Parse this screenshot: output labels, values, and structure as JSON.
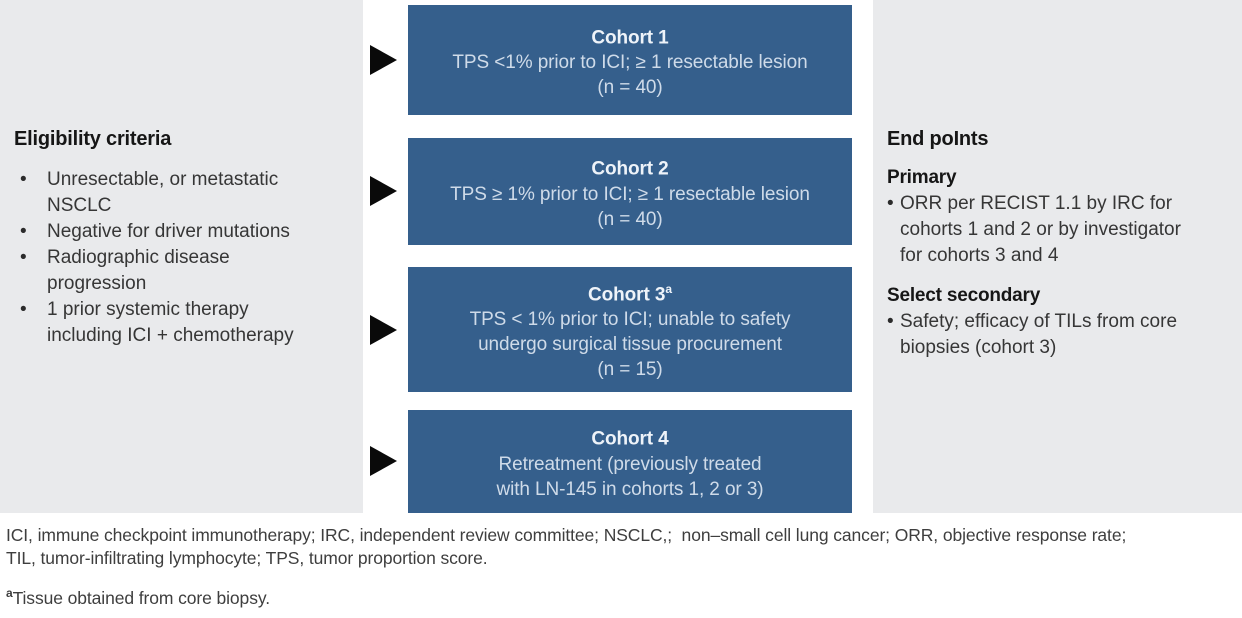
{
  "colors": {
    "panel_background": "#e9eaec",
    "cohort_box_blue": "#355f8c",
    "cohort_box_text": "#cfdbe9",
    "arrow_black": "#0a0a0a",
    "heading_text": "#161616",
    "body_text": "#363636",
    "footnote_text": "#3e3e3e"
  },
  "eligibility": {
    "title": "Eligibility criteria",
    "bullet_glyph": "•",
    "items": [
      "Unresectable, or metastatic\nNSCLC",
      "Negative for driver mutations",
      "Radiographic disease\nprogression",
      "1 prior systemic therapy\nincluding ICI + chemotherapy"
    ]
  },
  "cohorts": [
    {
      "title": "Cohort 1",
      "sup": "",
      "lines": [
        "TPS <1% prior to ICI; ≥ 1 resectable lesion",
        "(n = 40)"
      ]
    },
    {
      "title": "Cohort 2",
      "sup": "",
      "lines": [
        "TPS ≥ 1% prior to ICI; ≥ 1 resectable lesion",
        "(n = 40)"
      ]
    },
    {
      "title": "Cohort 3",
      "sup": "a",
      "lines": [
        "TPS < 1% prior to ICI; unable to safety",
        "undergo surgical tissue procurement",
        "(n = 15)"
      ]
    },
    {
      "title": "Cohort 4",
      "sup": "",
      "lines": [
        "Retreatment (previously treated",
        "with LN-145 in cohorts 1, 2 or 3)"
      ]
    }
  ],
  "endpoints": {
    "title": "End poInts",
    "bullet_glyph": "•",
    "primary_label": "Primary",
    "primary_items": [
      "ORR per RECIST 1.1 by IRC for\ncohorts 1 and 2 or by investigator\nfor cohorts 3 and 4"
    ],
    "secondary_label": "Select secondary",
    "secondary_items": [
      "Safety; efficacy of TILs from core\nbiopsies (cohort 3)"
    ]
  },
  "footnotes": {
    "abbreviations": "ICI, immune checkpoint immunotherapy; IRC, independent review committee; NSCLC,;  non–small cell lung cancer; ORR, objective response rate;\nTIL, tumor-infiltrating lymphocyte; TPS, tumor proportion score.",
    "note_sup": "a",
    "note_text": "Tissue obtained from core biopsy."
  }
}
